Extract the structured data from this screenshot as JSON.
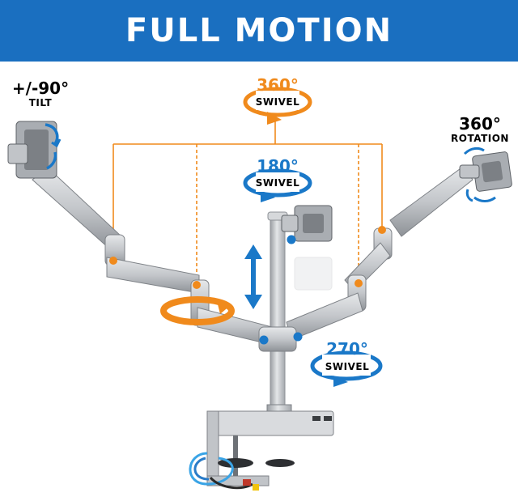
{
  "banner": {
    "title": "FULL MOTION"
  },
  "labels": {
    "tilt": {
      "degrees": "+/-90°",
      "caption": "TILT"
    },
    "swivel_360": {
      "degrees": "360°",
      "caption": "SWIVEL"
    },
    "rotation": {
      "degrees": "360°",
      "caption": "ROTATION"
    },
    "swivel_180": {
      "degrees": "180°",
      "caption": "SWIVEL"
    },
    "swivel_270": {
      "degrees": "270°",
      "caption": "SWIVEL"
    }
  },
  "colors": {
    "banner": "#1a6fc0",
    "orange_accent": "#f08a1c",
    "blue_accent": "#1a78c8",
    "arm_silver": "#c9ccd0",
    "arm_shadow": "#8e9297",
    "text_dark": "#1b1b1b"
  }
}
